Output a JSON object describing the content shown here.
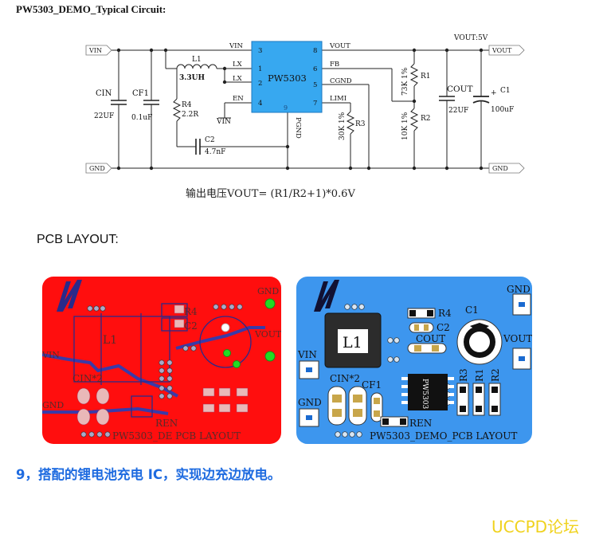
{
  "document": {
    "title": "PW5303_DEMO_Typical Circuit:",
    "formula": "输出电压VOUT= (R1/R2+1)*0.6V",
    "pcb_heading": "PCB LAYOUT:",
    "note": "9，搭配的锂电池充电 IC，实现边充边放电。",
    "watermark": "UCCPD论坛"
  },
  "schematic": {
    "ic_name": "PW5303",
    "ic_pin9": "9",
    "vin_label": "VIN",
    "vout_label": "VOUT",
    "gnd_label": "GND",
    "vout_net": "VOUT:5V",
    "pins": {
      "p3": "3",
      "p1": "1",
      "p2": "2",
      "p4": "4",
      "p8": "8",
      "p6": "6",
      "p5": "5",
      "p7": "7",
      "vin": "VIN",
      "lx1": "LX",
      "lx2": "LX",
      "en": "EN",
      "vout": "VOUT",
      "fb": "FB",
      "cgnd": "CGND",
      "limi": "LIMI",
      "pgnd": "PGND"
    },
    "components": {
      "l1_ref": "L1",
      "l1_val": "3.3UH",
      "cin_ref": "CIN",
      "cin_val": "22UF",
      "cf1_ref": "CF1",
      "cf1_val": "0.1uF",
      "r4_ref": "R4",
      "r4_val": "2.2R",
      "en_vin": "VIN",
      "c2_ref": "C2",
      "c2_val": "4.7nF",
      "r3_ref": "R3",
      "r3_val": "30K 1%",
      "r1_ref": "R1",
      "r1_val": "73K 1%",
      "r2_ref": "R2",
      "r2_val": "10K 1%",
      "cout_ref": "COUT",
      "cout_val": "22UF",
      "c1_ref": "C1",
      "c1_val": "100uF",
      "c1_plus": "+"
    }
  },
  "pcb_top": {
    "background": "#ff0e0e",
    "labels": {
      "vin": "VIN",
      "gnd": "GND",
      "gnd_right": "GND",
      "vout": "VOUT",
      "l1": "L1",
      "cin": "CIN*2",
      "r4": "R4",
      "c2": "C2",
      "ren": "REN",
      "footer": "PW5303_DE  PCB LAYOUT"
    }
  },
  "pcb_bottom": {
    "background": "#3d96ee",
    "labels": {
      "vin": "VIN",
      "gnd": "GND",
      "gnd_right": "GND",
      "vout": "VOUT",
      "l1": "L1",
      "r4": "R4",
      "c1": "C1",
      "c2": "C2",
      "cout": "COUT",
      "cin": "CIN*2",
      "cf1": "CF1",
      "ic": "PW5303",
      "r3": "R3",
      "r1": "R1",
      "r2": "R2",
      "ren": "REN",
      "footer": "PW5303_DEMO_PCB LAYOUT"
    }
  }
}
